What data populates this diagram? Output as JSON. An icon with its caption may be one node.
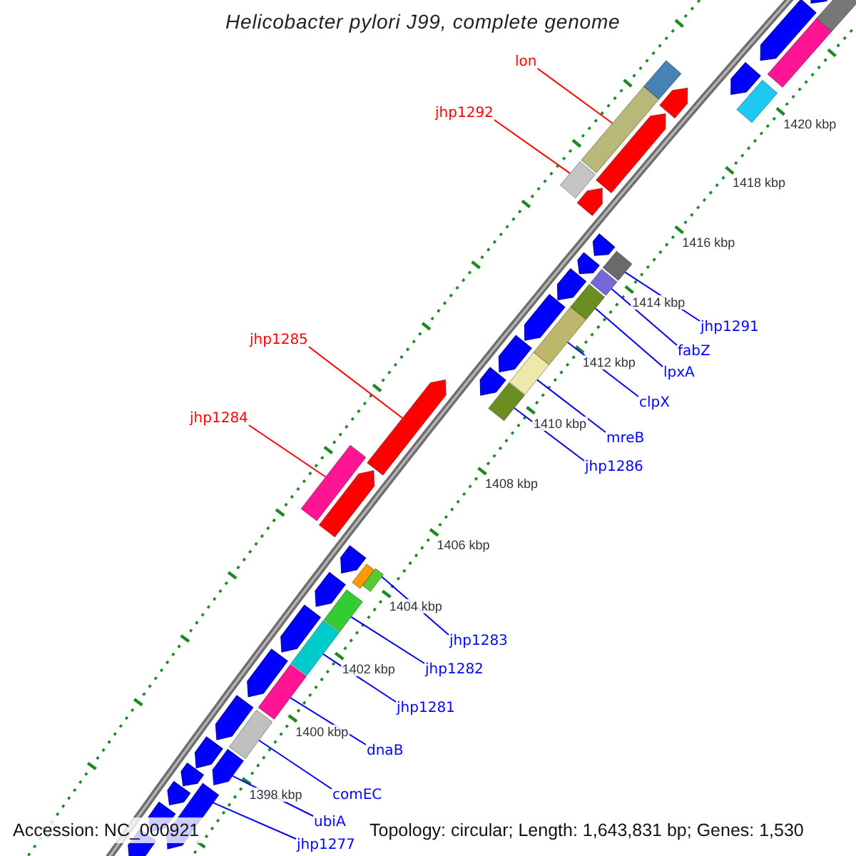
{
  "diagram": {
    "title": "Helicobacter pylori J99, complete genome",
    "nodes": [
      {
        "text": [
          "lon"
        ]
      },
      {
        "text": [
          "jhp1292"
        ]
      },
      {
        "text": [
          "jhp1291"
        ]
      },
      {
        "text": [
          "fabZ"
        ]
      },
      {
        "text": [
          "lpxA"
        ]
      },
      {
        "text": [
          "jhp1285"
        ]
      },
      {
        "text": [
          "clpX"
        ]
      },
      {
        "text": [
          "jhp1284"
        ]
      },
      {
        "text": [
          "mreB"
        ]
      },
      {
        "text": [
          "jhp1286"
        ]
      },
      {
        "text": [
          "jhp1283"
        ]
      },
      {
        "text": [
          "jhp1282"
        ]
      },
      {
        "text": [
          "jhp1281"
        ]
      },
      {
        "text": [
          "dnaB"
        ]
      },
      {
        "text": [
          "comEC"
        ]
      },
      {
        "text": [
          "ubiA"
        ]
      },
      {
        "text": [
          "jhp1277"
        ]
      },
      {
        "text": [],
        "shape": "bar"
      },
      {
        "text": [],
        "shape": "bar"
      },
      {
        "text": [],
        "shape": "bar"
      },
      {
        "text": [],
        "shape": "bar"
      },
      {
        "text": [],
        "shape": "bar"
      },
      {
        "text": [],
        "shape": "arrow"
      },
      {
        "text": [],
        "shape": "bar"
      },
      {
        "text": [],
        "shape": "bar"
      },
      {
        "text": [],
        "shape": "bar"
      },
      {
        "text": [],
        "shape": "bar"
      },
      {
        "text": [],
        "shape": "bar"
      },
      {
        "text": [],
        "shape": "bar"
      },
      {
        "text": [],
        "shape": "bar"
      },
      {
        "text": [],
        "shape": "bar"
      },
      {
        "text": [],
        "shape": "bar"
      },
      {
        "text": [],
        "shape": "arrow"
      },
      {
        "text": [],
        "shape": "arrow"
      },
      {
        "text": [],
        "shape": "bar"
      }
    ],
    "edges": [
      {
        "from": 0,
        "to": 17,
        "arrow": "none",
        "color": "#ff0000"
      },
      {
        "from": 1,
        "to": 18,
        "arrow": "none",
        "color": "#ff0000"
      },
      {
        "from": 2,
        "to": 19,
        "arrow": "none"
      },
      {
        "from": 3,
        "to": 20,
        "arrow": "none"
      },
      {
        "from": 4,
        "to": 21,
        "arrow": "none"
      },
      {
        "from": 5,
        "to": 22,
        "arrow": "none",
        "color": "#ff0000"
      },
      {
        "from": 6,
        "to": 23,
        "arrow": "none"
      },
      {
        "from": 7,
        "to": 24,
        "arrow": "none",
        "color": "#ff0000"
      },
      {
        "from": 8,
        "to": 25,
        "arrow": "none"
      },
      {
        "from": 9,
        "to": 26,
        "arrow": "none"
      },
      {
        "from": 10,
        "to": 27,
        "arrow": "none"
      },
      {
        "from": 11,
        "to": 28,
        "arrow": "none"
      },
      {
        "from": 12,
        "to": 29,
        "arrow": "none"
      },
      {
        "from": 13,
        "to": 30,
        "arrow": "none"
      },
      {
        "from": 14,
        "to": 31,
        "arrow": "none"
      },
      {
        "from": 15,
        "to": 32,
        "arrow": "none"
      },
      {
        "from": 16,
        "to": 33,
        "arrow": "none"
      }
    ],
    "labels": [
      "1420 kbp",
      "1418 kbp",
      "1416 kbp",
      "1414 kbp",
      "1412 kbp",
      "1410 kbp",
      "1408 kbp",
      "1406 kbp",
      "1404 kbp",
      "1402 kbp",
      "1400 kbp",
      "1398 kbp",
      "Accession: NC_000921",
      "Topology: circular; Length: 1,643,831 bp; Genes: 1,530"
    ]
  }
}
